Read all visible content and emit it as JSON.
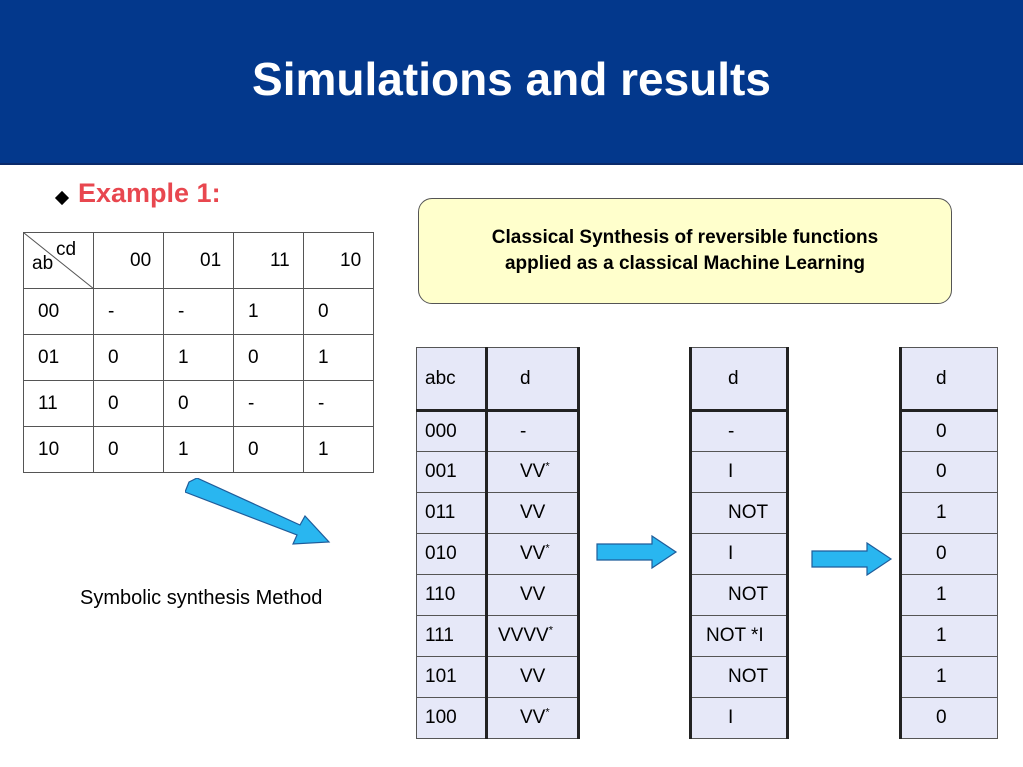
{
  "title": "Simulations and results",
  "example_label": "Example 1:",
  "kmap": {
    "corner_cols": "cd",
    "corner_rows": "ab",
    "col_headers": [
      "00",
      "01",
      "11",
      "10"
    ],
    "rows": [
      {
        "label": "00",
        "cells": [
          "-",
          "-",
          "1",
          "0"
        ]
      },
      {
        "label": "01",
        "cells": [
          "0",
          "1",
          "0",
          "1"
        ]
      },
      {
        "label": "11",
        "cells": [
          "0",
          "0",
          "-",
          "-"
        ]
      },
      {
        "label": "10",
        "cells": [
          "0",
          "1",
          "0",
          "1"
        ]
      }
    ]
  },
  "method_label": "Symbolic synthesis Method",
  "callout": {
    "line1": "Classical Synthesis of reversible functions",
    "line2": "applied as a classical Machine Learning"
  },
  "table1": {
    "headers": [
      "abc",
      "d"
    ],
    "rows": [
      {
        "abc": "000",
        "d": "-",
        "star": false
      },
      {
        "abc": "001",
        "d": "VV",
        "star": true
      },
      {
        "abc": "011",
        "d": "VV",
        "star": false
      },
      {
        "abc": "010",
        "d": "VV",
        "star": true
      },
      {
        "abc": "110",
        "d": "VV",
        "star": false
      },
      {
        "abc": "111",
        "d": "VVVV",
        "star": true
      },
      {
        "abc": "101",
        "d": "VV",
        "star": false
      },
      {
        "abc": "100",
        "d": "VV",
        "star": true
      }
    ],
    "star_mark": "*"
  },
  "table2": {
    "header": "d",
    "rows": [
      "-",
      "I",
      "NOT",
      "I",
      "NOT",
      "NOT *I",
      "NOT",
      "I"
    ]
  },
  "table3": {
    "header": "d",
    "rows": [
      "0",
      "0",
      "1",
      "0",
      "1",
      "1",
      "1",
      "0"
    ]
  },
  "colors": {
    "header_bg": "#03388c",
    "example_text": "#e8474f",
    "callout_bg": "#ffffcc",
    "table_bg": "#e6e8f8",
    "arrow_fill": "#29b6f0"
  },
  "icons": [
    "diagonal-arrow",
    "right-arrow",
    "right-arrow",
    "diamond-bullet"
  ]
}
